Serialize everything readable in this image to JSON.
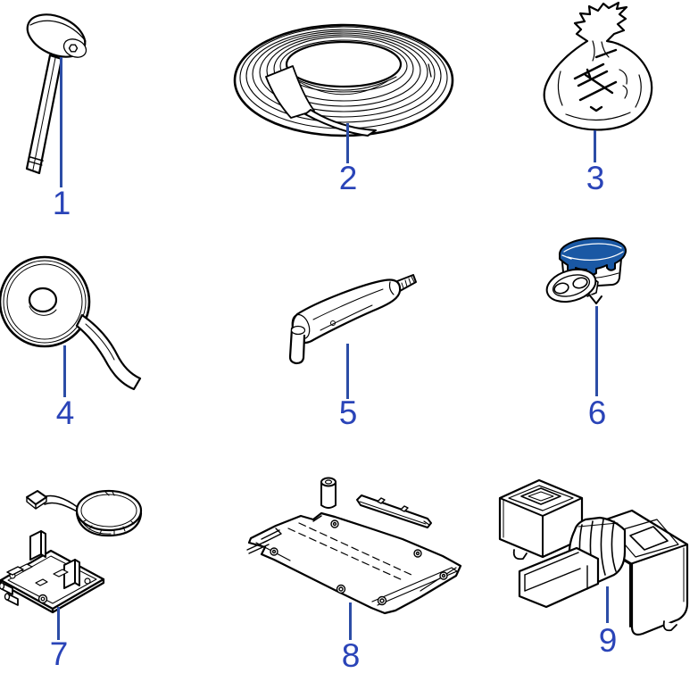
{
  "diagram": {
    "type": "exploded-parts-figure",
    "background": "#ffffff",
    "colors": {
      "callout_line": "#2c4da6",
      "number_text": "#2a44b8",
      "connector_cap_fill": "#1a58a4",
      "line_art": "#000000"
    },
    "items": [
      {
        "number": "1",
        "name": "mallet"
      },
      {
        "number": "2",
        "name": "boundary-wire-coil"
      },
      {
        "number": "3",
        "name": "bag-of-staples"
      },
      {
        "number": "4",
        "name": "fixing-tape-roll"
      },
      {
        "number": "5",
        "name": "coupler"
      },
      {
        "number": "6",
        "name": "wire-connector"
      },
      {
        "number": "7",
        "name": "circuit-board-with-loop-sensor"
      },
      {
        "number": "8",
        "name": "base-plate-kit"
      },
      {
        "number": "9",
        "name": "connector-housing"
      }
    ]
  }
}
